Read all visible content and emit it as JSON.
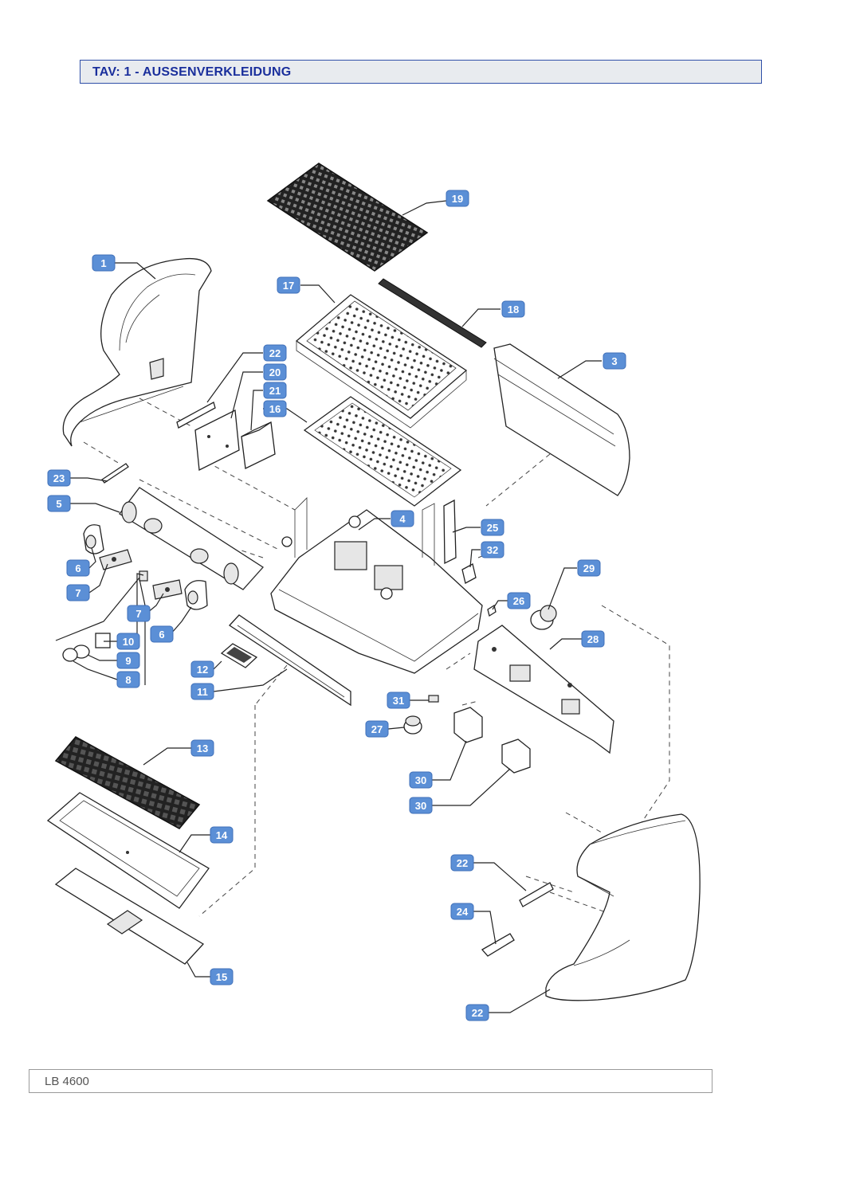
{
  "header": {
    "title": "TAV: 1 - AUSSENVERKLEIDUNG"
  },
  "footer": {
    "model": "LB 4600"
  },
  "callouts": [
    {
      "id": "19"
    },
    {
      "id": "1"
    },
    {
      "id": "17"
    },
    {
      "id": "18"
    },
    {
      "id": "3"
    },
    {
      "id": "22"
    },
    {
      "id": "20"
    },
    {
      "id": "21"
    },
    {
      "id": "16"
    },
    {
      "id": "23"
    },
    {
      "id": "5"
    },
    {
      "id": "4"
    },
    {
      "id": "25"
    },
    {
      "id": "32"
    },
    {
      "id": "29"
    },
    {
      "id": "6"
    },
    {
      "id": "7"
    },
    {
      "id": "26"
    },
    {
      "id": "7"
    },
    {
      "id": "6"
    },
    {
      "id": "28"
    },
    {
      "id": "10"
    },
    {
      "id": "9"
    },
    {
      "id": "8"
    },
    {
      "id": "12"
    },
    {
      "id": "11"
    },
    {
      "id": "31"
    },
    {
      "id": "27"
    },
    {
      "id": "13"
    },
    {
      "id": "30"
    },
    {
      "id": "30"
    },
    {
      "id": "14"
    },
    {
      "id": "22"
    },
    {
      "id": "24"
    },
    {
      "id": "15"
    },
    {
      "id": "22"
    }
  ],
  "colors": {
    "title_border": "#2f4fa8",
    "title_text": "#1a2f9c",
    "callout_fill": "#5b8fd6"
  }
}
